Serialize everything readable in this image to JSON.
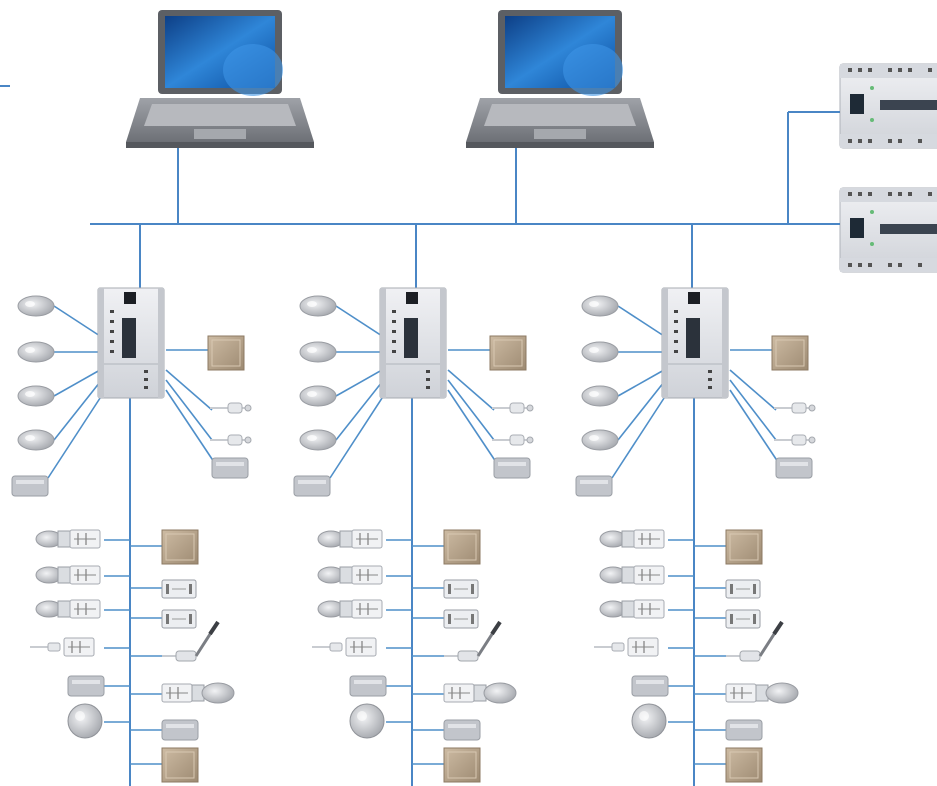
{
  "colors": {
    "bus": "#4a86c5",
    "wire": "#4f8fc9",
    "controller_body": "#e3e5ea",
    "sensor": "#c9cbd0",
    "panel": "#b8a48c",
    "laptop_screen": "#1f6fc2",
    "laptop_body": "#8d8f94"
  },
  "icons": {
    "laptop": "laptop-icon",
    "expansion_module": "din-rail-module-icon",
    "controller": "controller-unit-icon",
    "sensor_head": "sensor-head-icon",
    "wall_panel": "wall-panel-icon",
    "card_reader": "reader-box-icon",
    "probe": "probe-sensor-icon",
    "relay_module": "relay-module-icon",
    "actuator_lever": "lever-actuator-icon",
    "round_detector": "round-detector-icon"
  },
  "topology": {
    "workstations": 2,
    "expansion_modules": 2,
    "controllers": 3,
    "field_devices_per_controller": 10,
    "bus_devices_per_controller": 13
  }
}
